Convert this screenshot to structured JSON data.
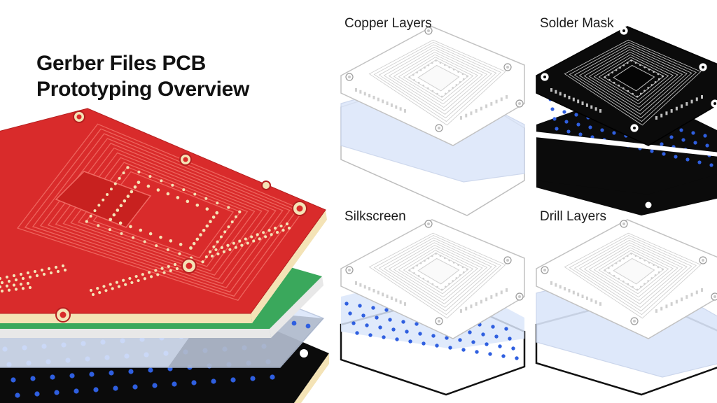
{
  "title": {
    "line1": "Gerber Files PCB",
    "line2": "Prototyping Overview"
  },
  "panels": {
    "copper": {
      "label": "Copper Layers"
    },
    "mask": {
      "label": "Solder Mask"
    },
    "silk": {
      "label": "Silkscreen"
    },
    "drill": {
      "label": "Drill Layers"
    }
  },
  "colors": {
    "board_red": "#d92b2b",
    "board_red_trace": "#ef6a63",
    "board_green": "#3aa85c",
    "board_black": "#0b0b0b",
    "substrate_cream": "#f4e3b6",
    "drill_blue": "#2f5fe0",
    "translucent_blue": "#dbe6fa",
    "outline_gray": "#b9b9b9"
  }
}
